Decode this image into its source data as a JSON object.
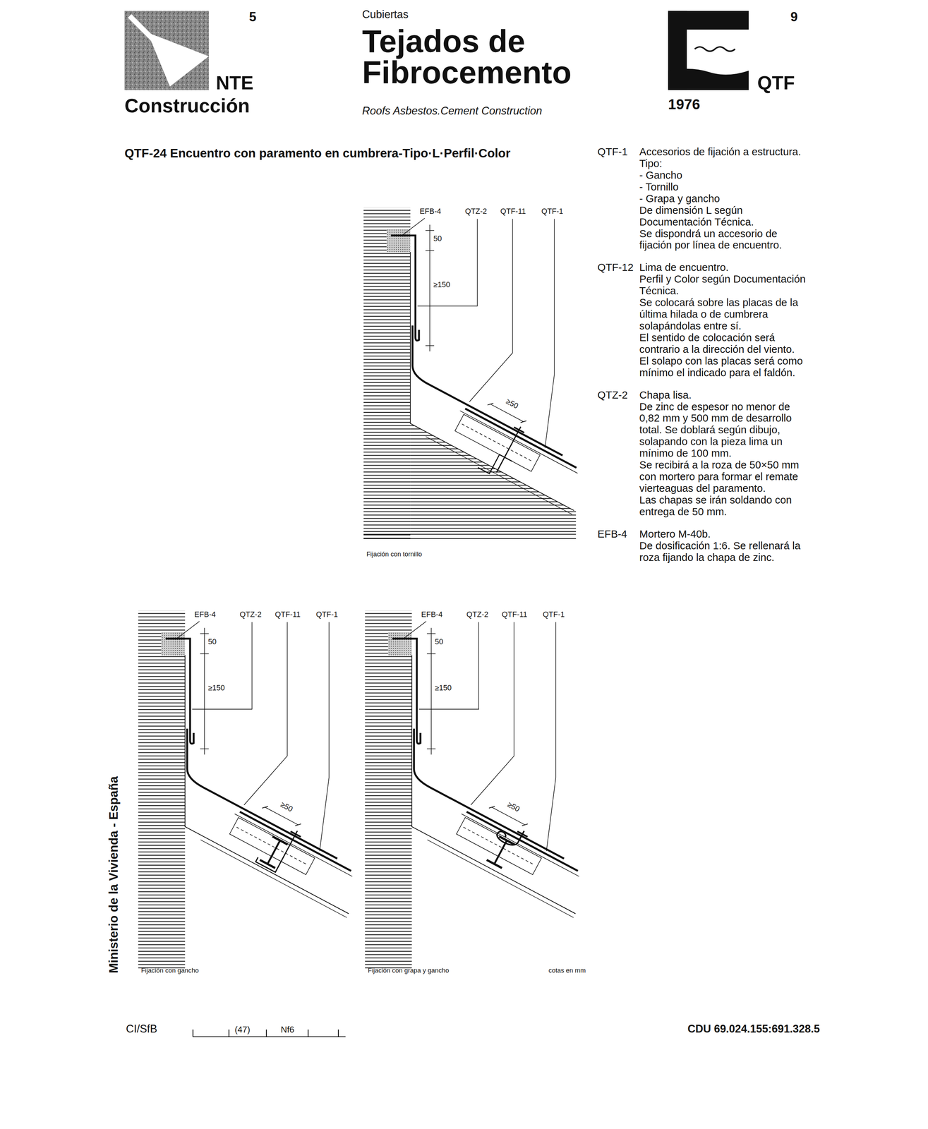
{
  "diagram": {
    "title": "Tejados de Fibrocemento",
    "labels": [
      "5",
      "NTE",
      "Construcción",
      "Cubiertas",
      "Roofs Asbestos.Cement Construction",
      "9",
      "QTF",
      "1976",
      "QTF-24 Encuentro con paramento en cumbrera-Tipo·L·Perfil·Color",
      "EFB-4",
      "QTZ-2",
      "QTF-11",
      "QTF-1",
      "50",
      "≥150",
      "≥50",
      "Fijación con tornillo",
      "QTF-1",
      "Accesorios de fijación a estructura.",
      "Tipo:",
      "- Gancho",
      "- Tornillo",
      "- Grapa y gancho",
      "De dimensión L según Documentación Técnica.",
      "Se dispondrá un accesorio de fijación por línea de encuentro.",
      "QTF-12",
      "Lima de encuentro.",
      "Perfil y Color según Documentación Técnica.",
      "Se colocará sobre las placas de la última hilada o de cumbrera solapándolas entre sí.",
      "El sentido de colocación será contrario a la dirección del viento.",
      "El solapo con las placas será como mínimo el indicado para el faldón.",
      "QTZ-2",
      "Chapa lisa.",
      "De zinc de espesor no menor de 0,82 mm y 500 mm de desarrollo total. Se doblará según dibujo, solapando con la pieza lima un mínimo de 100 mm.",
      "Se recibirá a la roza de 50×50 mm con mortero para formar el remate vierteaguas del paramento.",
      "Las chapas se irán soldando con entrega de 50 mm.",
      "EFB-4",
      "Mortero M-40b.",
      "De dosificación 1:6. Se rellenará la roza fijando la chapa de zinc.",
      "EFB-4",
      "QTZ-2",
      "QTF-11",
      "QTF-1",
      "50",
      "≥150",
      "≥50",
      "Fijación con gancho",
      "EFB-4",
      "QTZ-2",
      "QTF-11",
      "QTF-1",
      "50",
      "≥150",
      "≥50",
      "Fijación con grapa y gancho",
      "cotas en mm",
      "Ministerio de la Vivienda - España",
      "CI/SfB",
      "(47)",
      "Nf6",
      "CDU 69.024.155:691.328.5"
    ]
  }
}
